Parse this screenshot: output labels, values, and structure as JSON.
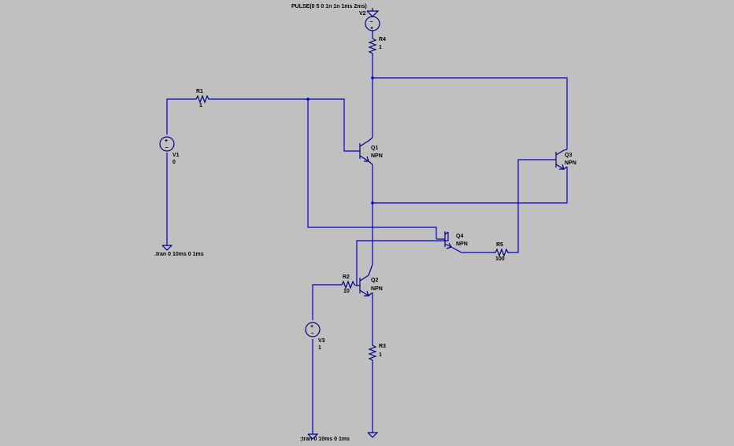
{
  "directives": {
    "pulse": "PULSE(0 5 0 1n 1n 1ms 2ms)",
    "tran_v1": ".tran 0 10ms 0 1ms",
    "tran_v3": ";tran 0 10ms 0 1ms"
  },
  "components": {
    "V1": {
      "name": "V1",
      "value": "0"
    },
    "V2": {
      "name": "V2"
    },
    "V3": {
      "name": "V3",
      "value": "1"
    },
    "R1": {
      "name": "R1",
      "value": "1"
    },
    "R2": {
      "name": "R2",
      "value": "10"
    },
    "R3": {
      "name": "R3",
      "value": "1"
    },
    "R4": {
      "name": "R4",
      "value": "1"
    },
    "R5": {
      "name": "R5",
      "value": "100"
    },
    "Q1": {
      "name": "Q1",
      "model": "NPN"
    },
    "Q2": {
      "name": "Q2",
      "model": "NPN"
    },
    "Q3": {
      "name": "Q3",
      "model": "NPN"
    },
    "Q4": {
      "name": "Q4",
      "model": "NPN"
    }
  },
  "colors": {
    "background": "#c0c0c0",
    "wire": "#0000cc",
    "symbol": "#000080",
    "text": "#000000"
  }
}
